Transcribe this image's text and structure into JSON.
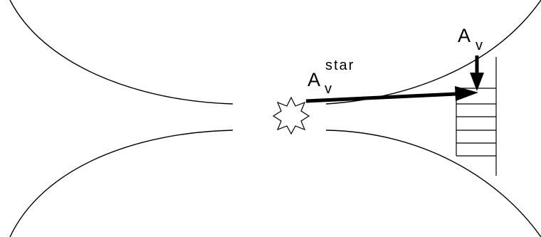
{
  "diagram": {
    "labels": {
      "a_v_star_main": "A",
      "a_v_star_sub": "v",
      "a_v_star_sup": "star",
      "a_v_main": "A",
      "a_v_sub": "v"
    },
    "colors": {
      "stroke": "#000000",
      "background": "#ffffff"
    }
  }
}
